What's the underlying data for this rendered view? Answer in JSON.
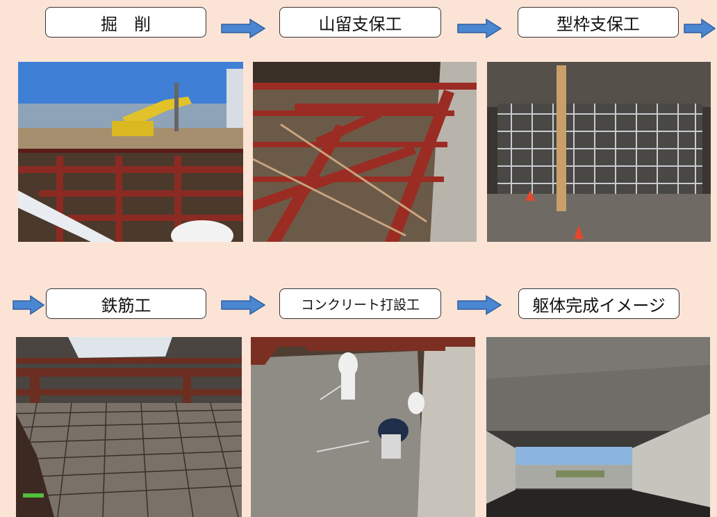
{
  "steps": [
    {
      "label": "掘　削"
    },
    {
      "label": "山留支保工"
    },
    {
      "label": "型枠支保工"
    },
    {
      "label": "鉄筋工"
    },
    {
      "label": "コンクリート打設工"
    },
    {
      "label": "躯体完成イメージ"
    }
  ],
  "icons": {
    "arrow": "right-arrow-icon"
  },
  "colors": {
    "background": "#fbe4d5",
    "arrow": "#4a86d2",
    "arrow_border": "#2e5f9e"
  }
}
